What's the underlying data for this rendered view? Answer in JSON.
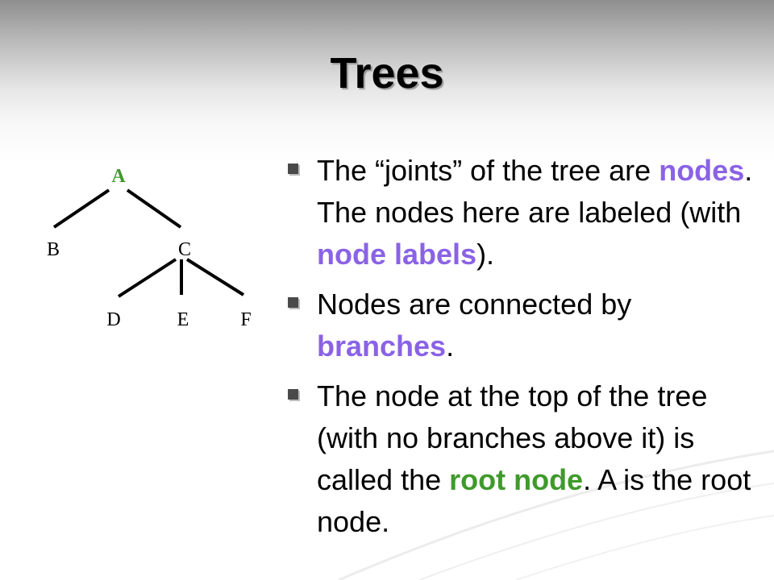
{
  "slide": {
    "title": "Trees",
    "tree": {
      "nodes": {
        "a": "A",
        "b": "B",
        "c": "C",
        "d": "D",
        "e": "E",
        "f": "F"
      },
      "root_color": "#3f9a2b",
      "node_color": "#000000"
    },
    "bullets": [
      {
        "parts": [
          "The “joints” of the tree are ",
          "nodes",
          ". The nodes here are labeled (with ",
          "node labels",
          ")."
        ]
      },
      {
        "parts": [
          "Nodes are connected by ",
          "branches",
          "."
        ]
      },
      {
        "parts": [
          "The node at the top of the tree (with no branches above it) is called the ",
          "root node",
          ". A is the root node."
        ]
      }
    ],
    "colors": {
      "highlight_purple": "#8a62e6",
      "highlight_green": "#3f9a2b",
      "bullet_square": "#4a4a4a"
    }
  }
}
